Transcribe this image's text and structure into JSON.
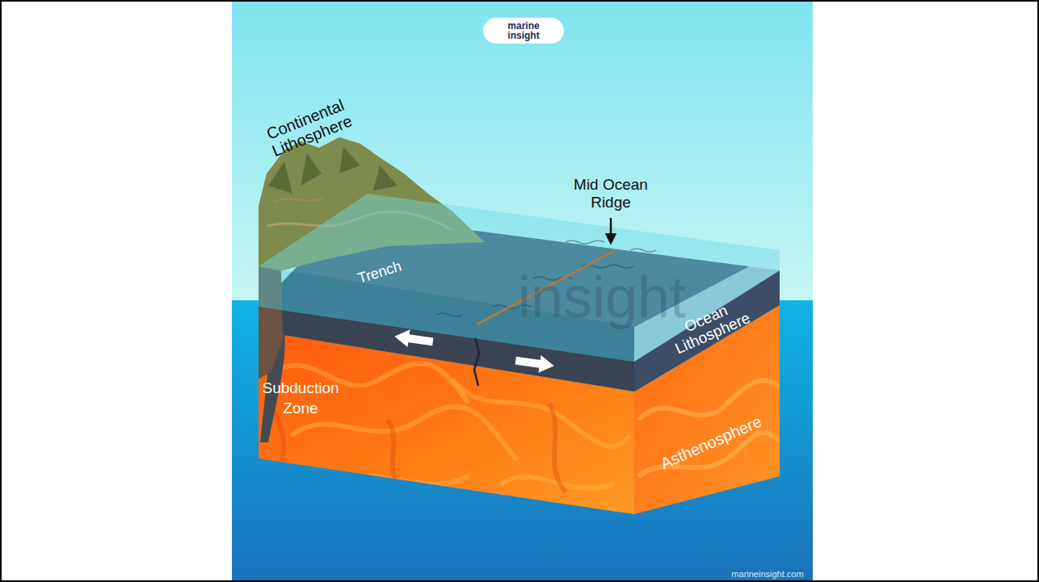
{
  "diagram": {
    "labels": [
      "marine insight",
      "Continental Lithosphere",
      "Mid Ocean Ridge",
      "Trench",
      "insight",
      "Ocean Lithosphere",
      "Subduction Zone",
      "Asthenosphere",
      "marineinsight.com"
    ]
  }
}
